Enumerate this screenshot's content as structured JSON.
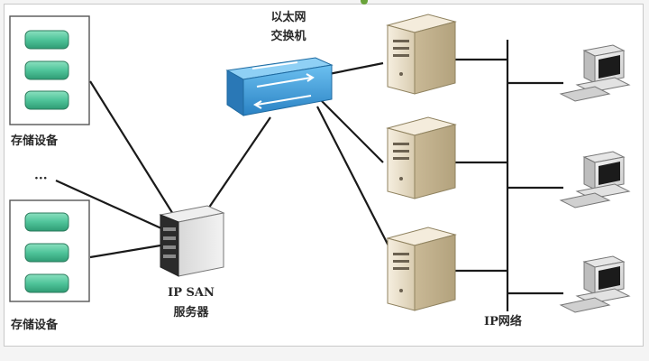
{
  "labels": {
    "storage_top": "存储设备",
    "storage_bottom": "存储设备",
    "ellipsis": "···",
    "switch_line1": "以太网",
    "switch_line2": "交换机",
    "server_line1": "IP SAN",
    "server_line2": "服务器",
    "ip_network": "IP网络"
  },
  "icons": {
    "disk": "storage-disk-icon",
    "switch": "ethernet-switch-icon",
    "san_server": "ip-san-server-icon",
    "app_server": "application-server-icon",
    "workstation": "workstation-icon"
  },
  "colors": {
    "disk_fill": "#4fc49a",
    "switch_fill": "#3b9ad8",
    "server_body": "#ede3cf",
    "line": "#1a1a1a"
  }
}
